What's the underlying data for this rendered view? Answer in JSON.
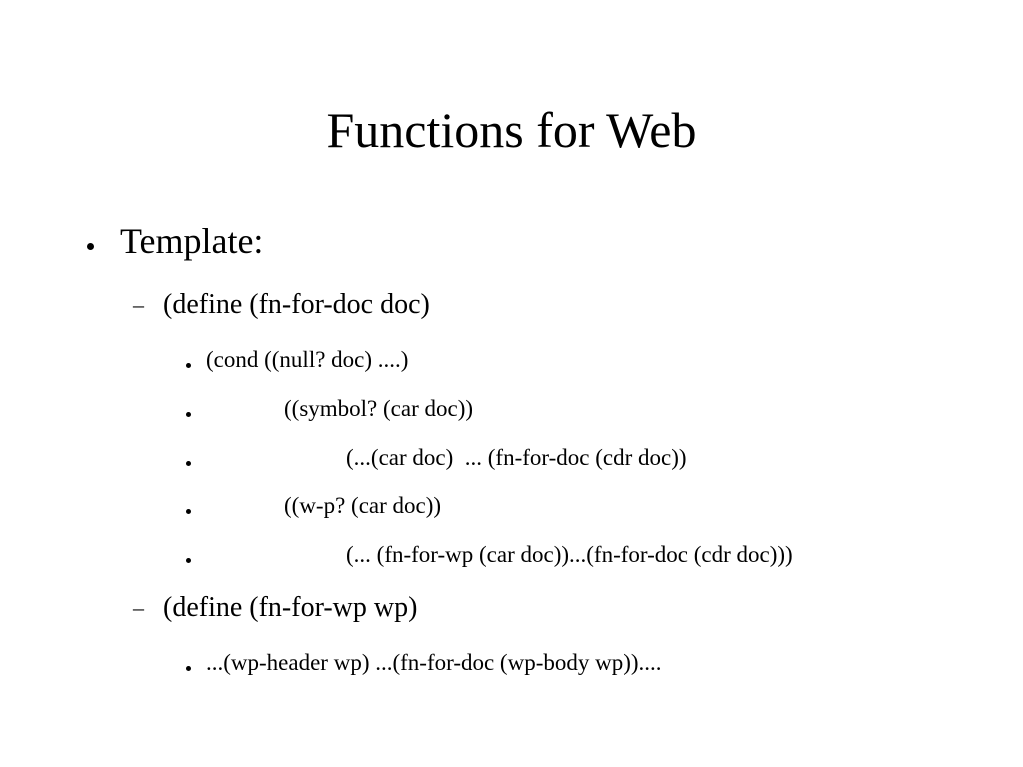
{
  "slide": {
    "title": "Functions for Web",
    "bullets": [
      {
        "level": 1,
        "marker": "bullet",
        "text": "Template:"
      },
      {
        "level": 2,
        "marker": "–",
        "text": "(define (fn-for-doc doc)"
      },
      {
        "level": 3,
        "marker": "bullet",
        "text": "(cond ((null? doc) ....)"
      },
      {
        "level": 3,
        "marker": "bullet",
        "text": "((symbol? (car doc))"
      },
      {
        "level": 3,
        "marker": "bullet",
        "text": "(...(car doc)  ... (fn-for-doc (cdr doc))"
      },
      {
        "level": 3,
        "marker": "bullet",
        "text": "((w-p? (car doc))"
      },
      {
        "level": 3,
        "marker": "bullet",
        "text": "(... (fn-for-wp (car doc))...(fn-for-doc (cdr doc)))"
      },
      {
        "level": 2,
        "marker": "–",
        "text": "(define (fn-for-wp wp)"
      },
      {
        "level": 3,
        "marker": "bullet",
        "text": "...(wp-header wp) ...(fn-for-doc (wp-body wp))...."
      }
    ]
  }
}
